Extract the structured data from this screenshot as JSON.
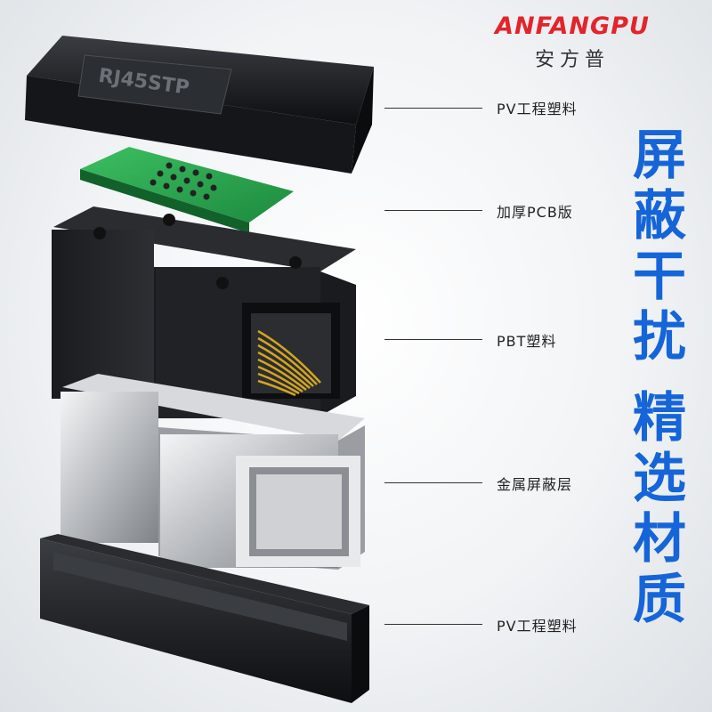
{
  "brand": {
    "name_en": "ANFANGPU",
    "name_cn": "安方普"
  },
  "product": {
    "cover_mark": "RJ45STP"
  },
  "callouts": [
    {
      "label": "PV工程塑料"
    },
    {
      "label": "加厚PCB版"
    },
    {
      "label": "PBT塑料"
    },
    {
      "label": "金属屏蔽层"
    },
    {
      "label": "PV工程塑料"
    }
  ],
  "slogans": {
    "shield": [
      "屏",
      "蔽",
      "干",
      "扰"
    ],
    "material": [
      "精",
      "选",
      "材",
      "质"
    ]
  },
  "colors": {
    "brand_red": "#e3242b",
    "slogan_blue": "#1565d8"
  }
}
